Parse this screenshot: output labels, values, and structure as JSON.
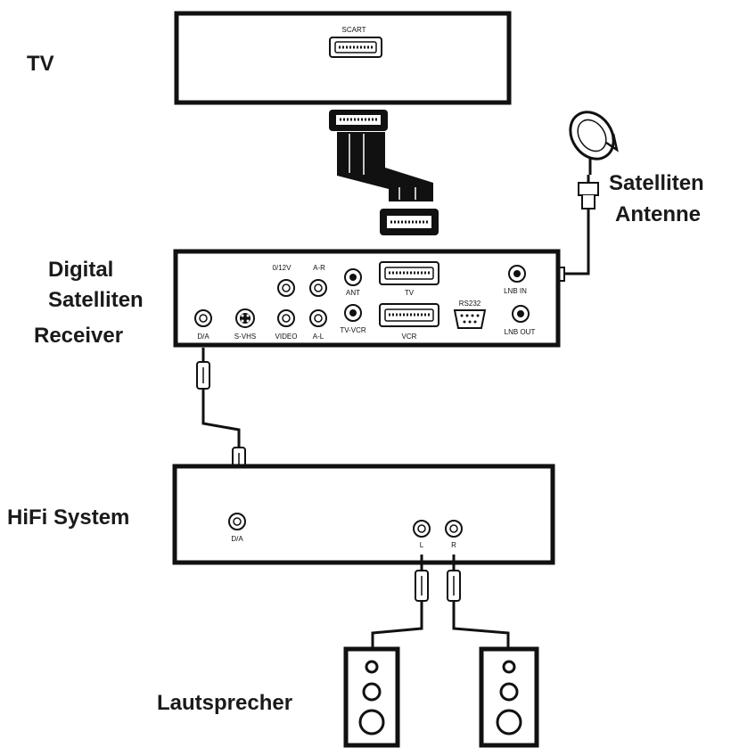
{
  "labels": {
    "tv": "TV",
    "receiver_line1": "Digital",
    "receiver_line2": "Satelliten",
    "receiver_line3": "Receiver",
    "antenna_line1": "Satelliten",
    "antenna_line2": "Antenne",
    "hifi": "HiFi System",
    "speakers": "Lautsprecher"
  },
  "ports": {
    "tv_scart": "SCART",
    "v012": "0/12V",
    "ar": "A-R",
    "ant": "ANT",
    "tv": "TV",
    "lnb_in": "LNB IN",
    "da": "D/A",
    "svhs": "S-VHS",
    "video": "VIDEO",
    "al": "A-L",
    "tv_vcr": "TV-VCR",
    "vcr": "VCR",
    "rs232": "RS232",
    "lnb_out": "LNB OUT",
    "hifi_da": "D/A",
    "hifi_l": "L",
    "hifi_r": "R"
  }
}
